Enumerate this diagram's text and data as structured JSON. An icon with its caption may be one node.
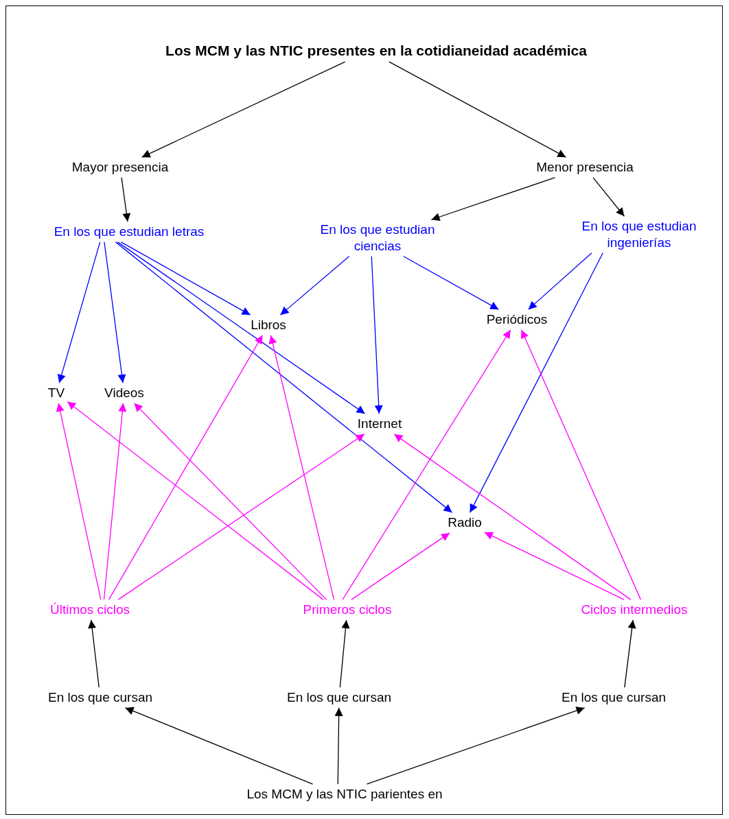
{
  "diagram": {
    "nodes": [
      {
        "text": [
          "Los MCM y las NTIC presentes en la cotidianeidad académica"
        ]
      },
      {
        "text": [
          "Mayor presencia"
        ]
      },
      {
        "text": [
          "Menor presencia"
        ]
      },
      {
        "text": [
          "En los que estudian letras"
        ]
      },
      {
        "text": [
          "En los que estudian ciencias"
        ]
      },
      {
        "text": [
          "En los que estudian ingenierías"
        ]
      },
      {
        "text": [
          "Libros"
        ]
      },
      {
        "text": [
          "Periódicos"
        ]
      },
      {
        "text": [
          "TV"
        ]
      },
      {
        "text": [
          "Videos"
        ]
      },
      {
        "text": [
          "Internet"
        ]
      },
      {
        "text": [
          "Radio"
        ]
      },
      {
        "text": [
          "Últimos ciclos"
        ]
      },
      {
        "text": [
          "Primeros ciclos"
        ]
      },
      {
        "text": [
          "Ciclos intermedios"
        ]
      },
      {
        "text": [
          "En los que cursan"
        ]
      },
      {
        "text": [
          "En los que cursan"
        ]
      },
      {
        "text": [
          "En los que cursan"
        ]
      },
      {
        "text": [
          "Los MCM y las NTIC parientes en"
        ]
      }
    ],
    "edges": [
      {
        "from": 0,
        "to": 1,
        "arrow": "to",
        "color": "#000000"
      },
      {
        "from": 0,
        "to": 2,
        "arrow": "to",
        "color": "#000000"
      },
      {
        "from": 1,
        "to": 3,
        "arrow": "to",
        "color": "#000000"
      },
      {
        "from": 2,
        "to": 4,
        "arrow": "to",
        "color": "#000000"
      },
      {
        "from": 2,
        "to": 5,
        "arrow": "to",
        "color": "#000000"
      },
      {
        "from": 3,
        "to": 6,
        "arrow": "to",
        "color": "#0000ff"
      },
      {
        "from": 3,
        "to": 8,
        "arrow": "to",
        "color": "#0000ff"
      },
      {
        "from": 3,
        "to": 9,
        "arrow": "to",
        "color": "#0000ff"
      },
      {
        "from": 3,
        "to": 10,
        "arrow": "to",
        "color": "#0000ff"
      },
      {
        "from": 3,
        "to": 11,
        "arrow": "to",
        "color": "#0000ff"
      },
      {
        "from": 4,
        "to": 6,
        "arrow": "to",
        "color": "#0000ff"
      },
      {
        "from": 4,
        "to": 10,
        "arrow": "to",
        "color": "#0000ff"
      },
      {
        "from": 4,
        "to": 7,
        "arrow": "to",
        "color": "#0000ff"
      },
      {
        "from": 5,
        "to": 7,
        "arrow": "to",
        "color": "#0000ff"
      },
      {
        "from": 5,
        "to": 11,
        "arrow": "to",
        "color": "#0000ff"
      },
      {
        "from": 12,
        "to": 8,
        "arrow": "to",
        "color": "#ff00ff"
      },
      {
        "from": 12,
        "to": 9,
        "arrow": "to",
        "color": "#ff00ff"
      },
      {
        "from": 12,
        "to": 6,
        "arrow": "to",
        "color": "#ff00ff"
      },
      {
        "from": 12,
        "to": 10,
        "arrow": "to",
        "color": "#ff00ff"
      },
      {
        "from": 13,
        "to": 8,
        "arrow": "to",
        "color": "#ff00ff"
      },
      {
        "from": 13,
        "to": 9,
        "arrow": "to",
        "color": "#ff00ff"
      },
      {
        "from": 13,
        "to": 6,
        "arrow": "to",
        "color": "#ff00ff"
      },
      {
        "from": 13,
        "to": 7,
        "arrow": "to",
        "color": "#ff00ff"
      },
      {
        "from": 13,
        "to": 11,
        "arrow": "to",
        "color": "#ff00ff"
      },
      {
        "from": 14,
        "to": 10,
        "arrow": "to",
        "color": "#ff00ff"
      },
      {
        "from": 14,
        "to": 11,
        "arrow": "to",
        "color": "#ff00ff"
      },
      {
        "from": 14,
        "to": 7,
        "arrow": "to",
        "color": "#ff00ff"
      },
      {
        "from": 15,
        "to": 12,
        "arrow": "to",
        "color": "#000000"
      },
      {
        "from": 16,
        "to": 13,
        "arrow": "to",
        "color": "#000000"
      },
      {
        "from": 17,
        "to": 14,
        "arrow": "to",
        "color": "#000000"
      },
      {
        "from": 18,
        "to": 15,
        "arrow": "to",
        "color": "#000000"
      },
      {
        "from": 18,
        "to": 16,
        "arrow": "to",
        "color": "#000000"
      },
      {
        "from": 18,
        "to": 17,
        "arrow": "to",
        "color": "#000000"
      }
    ]
  }
}
